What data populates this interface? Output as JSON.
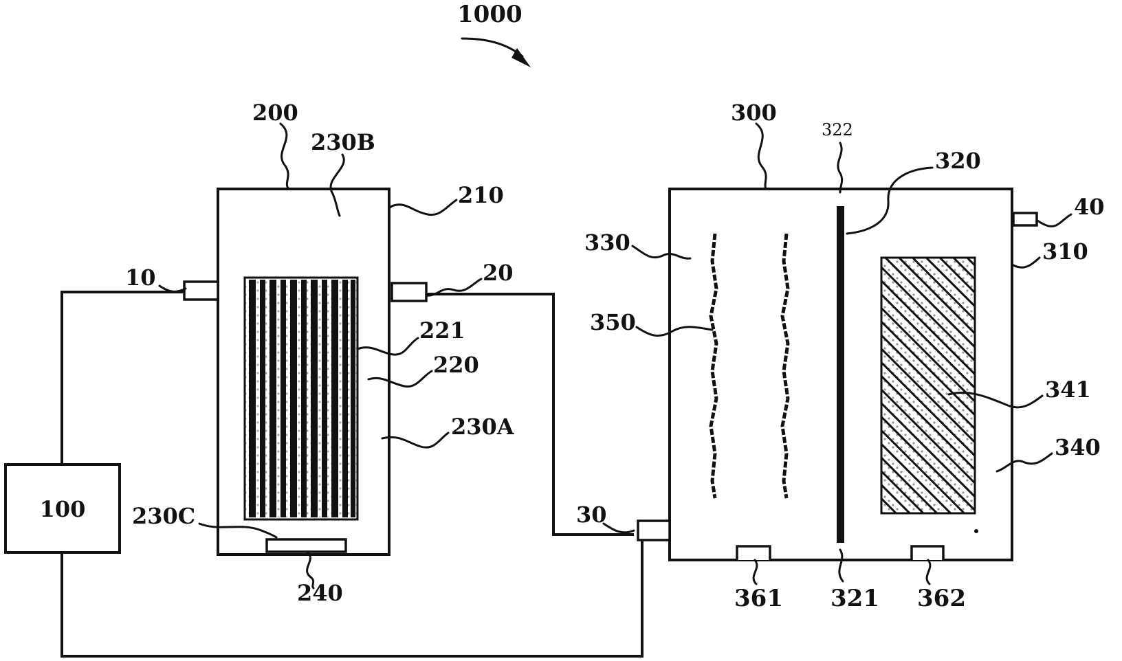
{
  "figure_number": "1000",
  "unit_100": {
    "label": "100"
  },
  "reactor_200": {
    "ref": "200",
    "wall": "210",
    "module": "220",
    "membrane": "221",
    "zone_a": "230A",
    "zone_b": "230B",
    "zone_c": "230C",
    "aerator": "240"
  },
  "ports": {
    "p10": "10",
    "p20": "20",
    "p30": "30",
    "p40": "40"
  },
  "tank_300": {
    "ref": "300",
    "wall": "310",
    "separator": "320",
    "separator_bottom": "321",
    "separator_top": "322",
    "chamber_330": "330",
    "chamber_340": "340",
    "filler": "341",
    "fiber": "350",
    "outlet_361": "361",
    "outlet_362": "362"
  },
  "colors": {
    "ink": "#111111",
    "paper": "#ffffff"
  }
}
